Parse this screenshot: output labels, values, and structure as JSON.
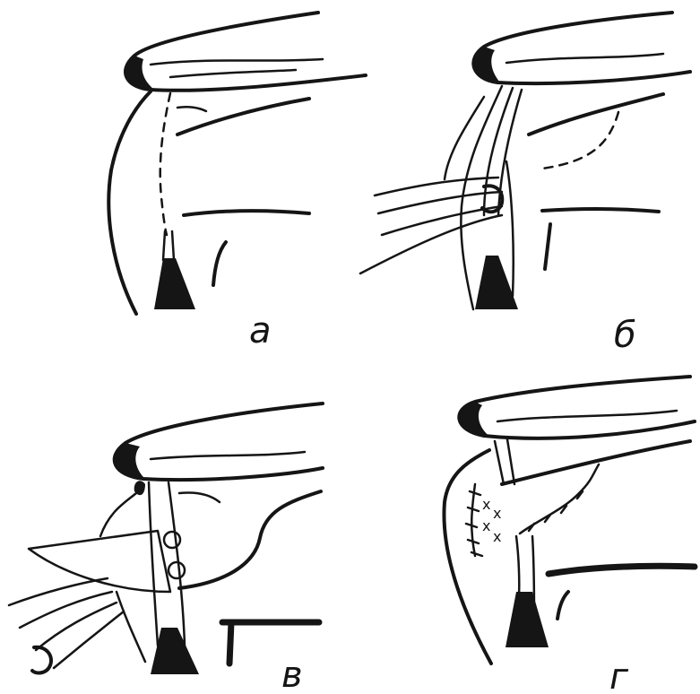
{
  "panels": [
    {
      "id": "a",
      "label": "а"
    },
    {
      "id": "b",
      "label": "б"
    },
    {
      "id": "c",
      "label": "в"
    },
    {
      "id": "d",
      "label": "г"
    }
  ],
  "colors": {
    "ink": "#151515",
    "background": "#ffffff"
  },
  "marks": {
    "suture": "x"
  }
}
